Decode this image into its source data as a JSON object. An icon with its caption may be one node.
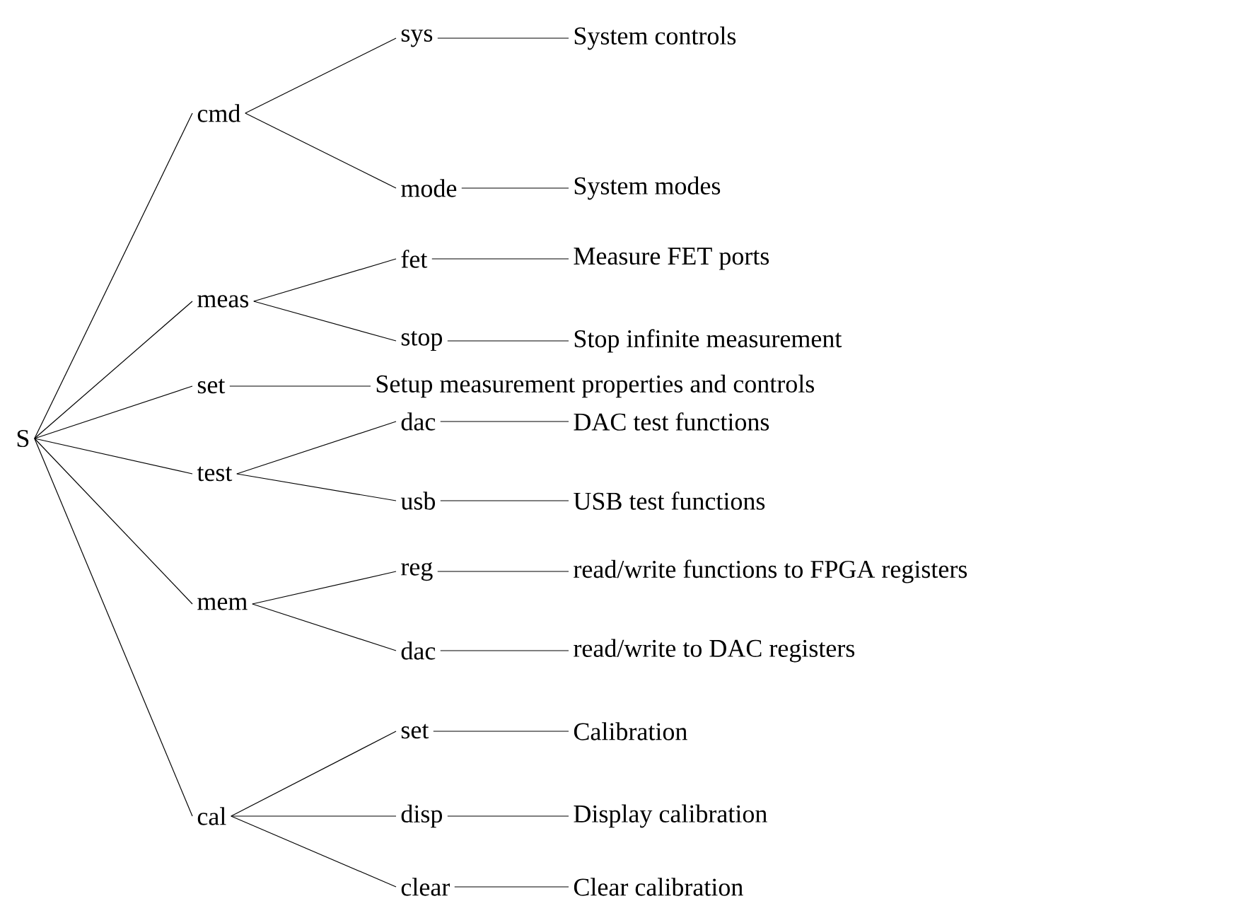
{
  "diagram": {
    "nodes": [
      {
        "text": [
          "S"
        ]
      },
      {
        "text": [
          "cmd"
        ]
      },
      {
        "text": [
          "sys"
        ]
      },
      {
        "text": [
          "System controls"
        ]
      },
      {
        "text": [
          "mode"
        ]
      },
      {
        "text": [
          "System modes"
        ]
      },
      {
        "text": [
          "meas"
        ]
      },
      {
        "text": [
          "fet"
        ]
      },
      {
        "text": [
          "Measure FET ports"
        ]
      },
      {
        "text": [
          "stop"
        ]
      },
      {
        "text": [
          "Stop infinite measurement"
        ]
      },
      {
        "text": [
          "set"
        ]
      },
      {
        "text": [
          "Setup measurement properties and controls"
        ]
      },
      {
        "text": [
          "test"
        ]
      },
      {
        "text": [
          "dac"
        ]
      },
      {
        "text": [
          "DAC test functions"
        ]
      },
      {
        "text": [
          "usb"
        ]
      },
      {
        "text": [
          "USB test functions"
        ]
      },
      {
        "text": [
          "mem"
        ]
      },
      {
        "text": [
          "reg"
        ]
      },
      {
        "text": [
          "read/write functions to FPGA registers"
        ]
      },
      {
        "text": [
          "dac"
        ]
      },
      {
        "text": [
          "read/write to DAC registers"
        ]
      },
      {
        "text": [
          "cal"
        ]
      },
      {
        "text": [
          "set"
        ]
      },
      {
        "text": [
          "Calibration"
        ]
      },
      {
        "text": [
          "disp"
        ]
      },
      {
        "text": [
          "Display calibration"
        ]
      },
      {
        "text": [
          "clear"
        ]
      },
      {
        "text": [
          "Clear calibration"
        ]
      }
    ],
    "edges": [
      {
        "from": 0,
        "to": 1,
        "arrow": "none"
      },
      {
        "from": 0,
        "to": 6,
        "arrow": "none"
      },
      {
        "from": 0,
        "to": 11,
        "arrow": "none"
      },
      {
        "from": 0,
        "to": 13,
        "arrow": "none"
      },
      {
        "from": 0,
        "to": 18,
        "arrow": "none"
      },
      {
        "from": 0,
        "to": 23,
        "arrow": "none"
      },
      {
        "from": 1,
        "to": 2,
        "arrow": "none"
      },
      {
        "from": 1,
        "to": 4,
        "arrow": "none"
      },
      {
        "from": 2,
        "to": 3,
        "arrow": "none"
      },
      {
        "from": 4,
        "to": 5,
        "arrow": "none"
      },
      {
        "from": 6,
        "to": 7,
        "arrow": "none"
      },
      {
        "from": 6,
        "to": 9,
        "arrow": "none"
      },
      {
        "from": 7,
        "to": 8,
        "arrow": "none"
      },
      {
        "from": 9,
        "to": 10,
        "arrow": "none"
      },
      {
        "from": 11,
        "to": 12,
        "arrow": "none"
      },
      {
        "from": 13,
        "to": 14,
        "arrow": "none"
      },
      {
        "from": 13,
        "to": 16,
        "arrow": "none"
      },
      {
        "from": 14,
        "to": 15,
        "arrow": "none"
      },
      {
        "from": 16,
        "to": 17,
        "arrow": "none"
      },
      {
        "from": 18,
        "to": 19,
        "arrow": "none"
      },
      {
        "from": 18,
        "to": 21,
        "arrow": "none"
      },
      {
        "from": 19,
        "to": 20,
        "arrow": "none"
      },
      {
        "from": 21,
        "to": 22,
        "arrow": "none"
      },
      {
        "from": 23,
        "to": 24,
        "arrow": "none"
      },
      {
        "from": 23,
        "to": 26,
        "arrow": "none"
      },
      {
        "from": 23,
        "to": 28,
        "arrow": "none"
      },
      {
        "from": 24,
        "to": 25,
        "arrow": "none"
      },
      {
        "from": 26,
        "to": 27,
        "arrow": "none"
      },
      {
        "from": 28,
        "to": 29,
        "arrow": "none"
      }
    ]
  }
}
